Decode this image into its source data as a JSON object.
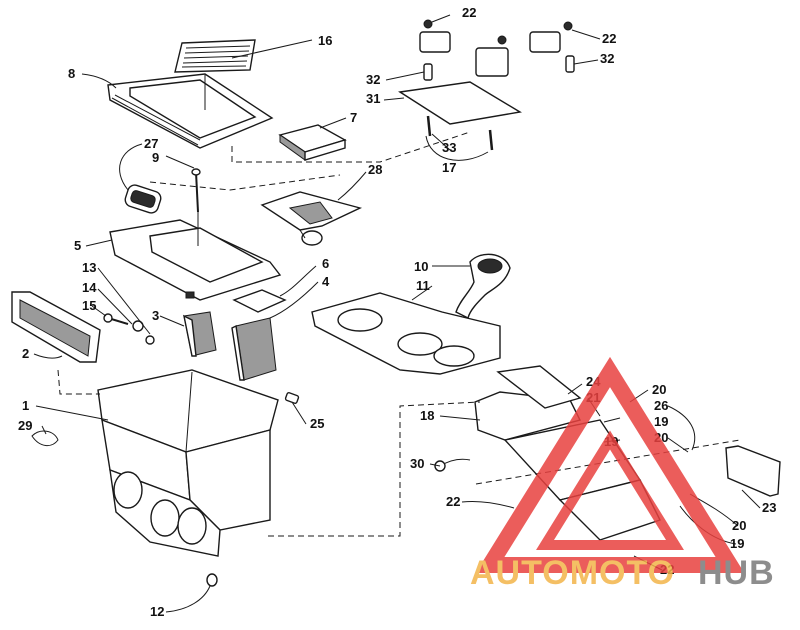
{
  "callouts": [
    {
      "id": "c22a",
      "label": "22"
    },
    {
      "id": "c22b",
      "label": "22"
    },
    {
      "id": "c16",
      "label": "16"
    },
    {
      "id": "c32a",
      "label": "32"
    },
    {
      "id": "c32b",
      "label": "32"
    },
    {
      "id": "c8",
      "label": "8"
    },
    {
      "id": "c31",
      "label": "31"
    },
    {
      "id": "c7",
      "label": "7"
    },
    {
      "id": "c27",
      "label": "27"
    },
    {
      "id": "c9",
      "label": "9"
    },
    {
      "id": "c33",
      "label": "33"
    },
    {
      "id": "c17",
      "label": "17"
    },
    {
      "id": "c28",
      "label": "28"
    },
    {
      "id": "c5",
      "label": "5"
    },
    {
      "id": "c6",
      "label": "6"
    },
    {
      "id": "c13",
      "label": "13"
    },
    {
      "id": "c10",
      "label": "10"
    },
    {
      "id": "c4",
      "label": "4"
    },
    {
      "id": "c11",
      "label": "11"
    },
    {
      "id": "c14",
      "label": "14"
    },
    {
      "id": "c15",
      "label": "15"
    },
    {
      "id": "c3",
      "label": "3"
    },
    {
      "id": "c2",
      "label": "2"
    },
    {
      "id": "c24",
      "label": "24"
    },
    {
      "id": "c20a",
      "label": "20"
    },
    {
      "id": "c21",
      "label": "21"
    },
    {
      "id": "c1",
      "label": "1"
    },
    {
      "id": "c26",
      "label": "26"
    },
    {
      "id": "c25",
      "label": "25"
    },
    {
      "id": "c18",
      "label": "18"
    },
    {
      "id": "c19a",
      "label": "19"
    },
    {
      "id": "c29",
      "label": "29"
    },
    {
      "id": "c19b",
      "label": "19"
    },
    {
      "id": "c20b",
      "label": "20"
    },
    {
      "id": "c30",
      "label": "30"
    },
    {
      "id": "c22c",
      "label": "22"
    },
    {
      "id": "c23",
      "label": "23"
    },
    {
      "id": "c20c",
      "label": "20"
    },
    {
      "id": "c19c",
      "label": "19"
    },
    {
      "id": "c12",
      "label": "12"
    },
    {
      "id": "c22d",
      "label": "22"
    }
  ],
  "watermark": {
    "text_part1": "AUTOMOTO",
    "text_part2": "HUB",
    "color_primary": "#e8413f",
    "color_secondary": "#f3b44a",
    "color_dark": "#7a7a7a"
  }
}
